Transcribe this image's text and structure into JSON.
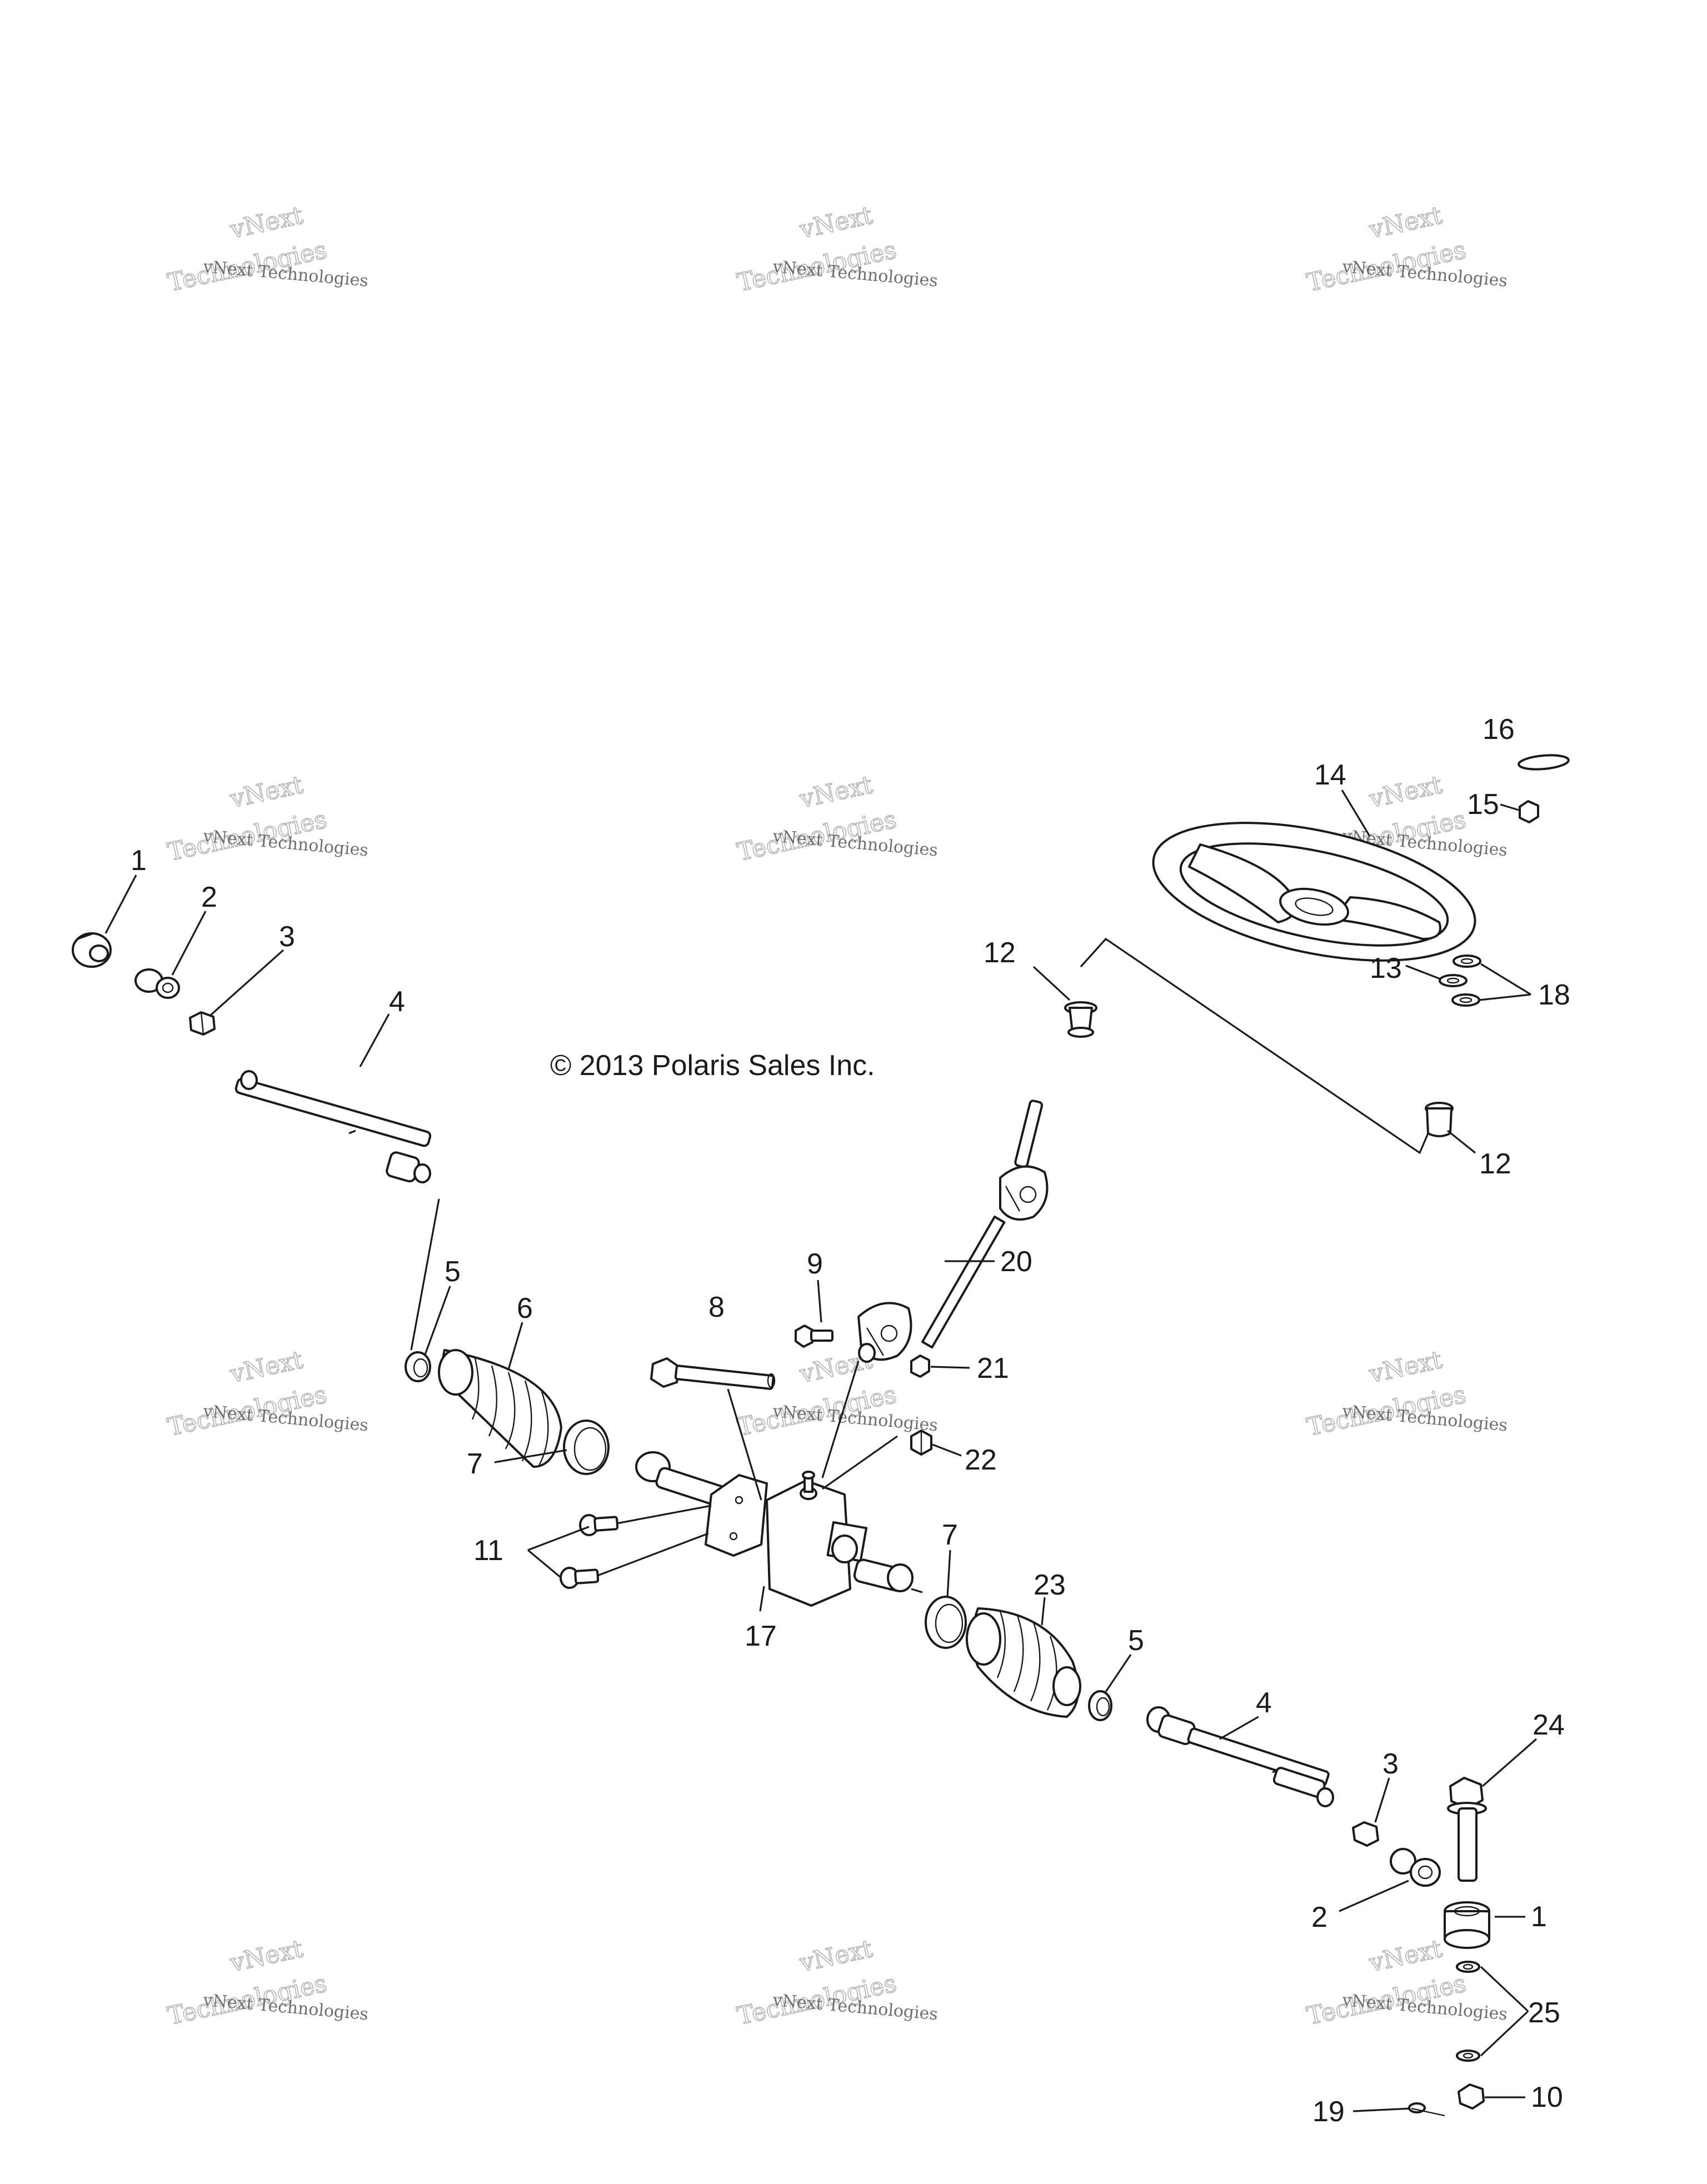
{
  "copyright": "© 2013 Polaris Sales Inc.",
  "watermark": {
    "small": "vNext Technologies",
    "big_line1": "vNext",
    "big_line2": "Technologies"
  },
  "callouts": {
    "c1a": "1",
    "c2a": "2",
    "c3a": "3",
    "c4a": "4",
    "c5a": "5",
    "c6": "6",
    "c7a": "7",
    "c8": "8",
    "c9": "9",
    "c11": "11",
    "c17": "17",
    "c20": "20",
    "c21": "21",
    "c22": "22",
    "c7b": "7",
    "c23": "23",
    "c5b": "5",
    "c4b": "4",
    "c3b": "3",
    "c2b": "2",
    "c1b": "1",
    "c24": "24",
    "c25": "25",
    "c10": "10",
    "c19": "19",
    "c12a": "12",
    "c12b": "12",
    "c13": "13",
    "c14": "14",
    "c15": "15",
    "c16": "16",
    "c18": "18"
  }
}
